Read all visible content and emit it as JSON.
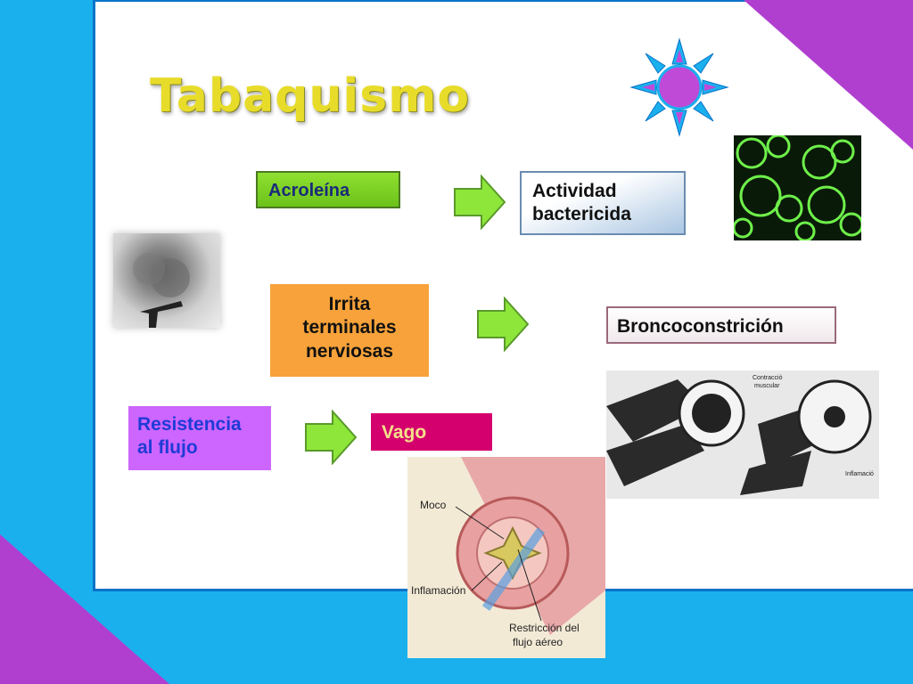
{
  "slide": {
    "title": "Tabaquismo",
    "boxes": {
      "acroleina": "Acroleína",
      "actividad_line1": "Actividad",
      "actividad_line2": "bactericida",
      "irrita_line1": "Irrita",
      "irrita_line2": "terminales",
      "irrita_line3": "nerviosas",
      "bronco": "Broncoconstrición",
      "resistencia_line1": "Resistencia",
      "resistencia_line2": "al flujo",
      "vago": "Vago"
    },
    "diagram_labels": {
      "moco": "Moco",
      "inflamacion": "Inflamación",
      "restriccion_line1": "Restricción del",
      "restriccion_line2": "flujo aéreo",
      "contraccion_line1": "Contracció",
      "contraccion_line2": "muscular",
      "inflamacio": "Inflamació"
    },
    "colors": {
      "frame": "#1ab0ee",
      "corner_accent": "#b03fd0",
      "title": "#e8dc2a",
      "arrow": "#8ee63a",
      "acroleina_box": "#7ed321",
      "irrita_box": "#f7a23a",
      "resistencia_box": "#cc66ff",
      "vago_box": "#d4006e"
    },
    "icons": [
      "sun-icon",
      "arrow-right-icon"
    ]
  }
}
